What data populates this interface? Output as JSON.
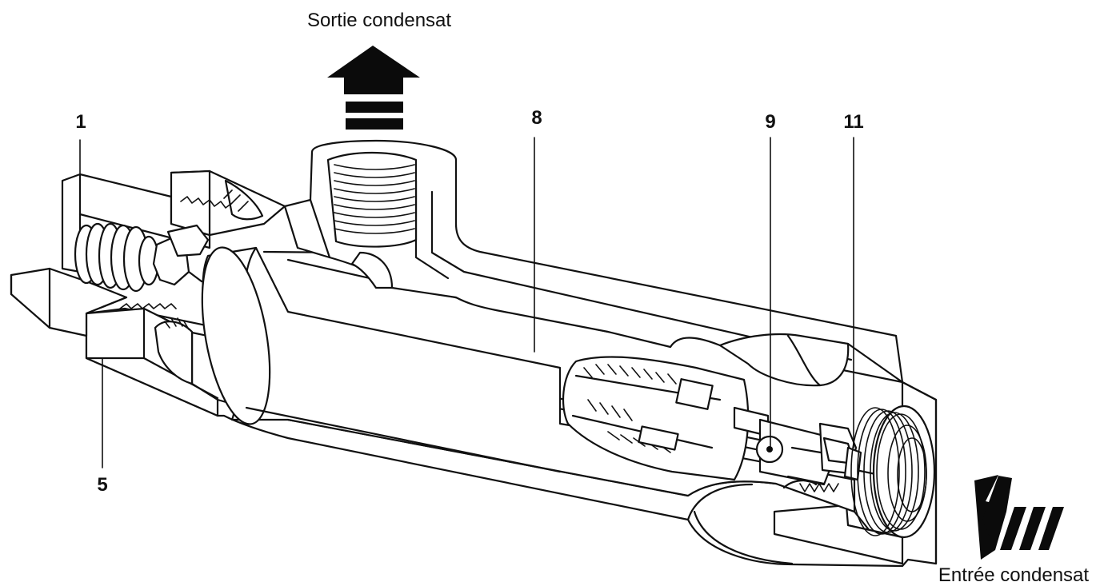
{
  "diagram": {
    "labels": {
      "outlet": "Sortie condensat",
      "inlet": "Entrée condensat",
      "part_1": "1",
      "part_5": "5",
      "part_8": "8",
      "part_9": "9",
      "part_11": "11"
    },
    "colors": {
      "line": "#111111",
      "fill": "#ffffff",
      "arrow": "#0b0b0b"
    }
  }
}
